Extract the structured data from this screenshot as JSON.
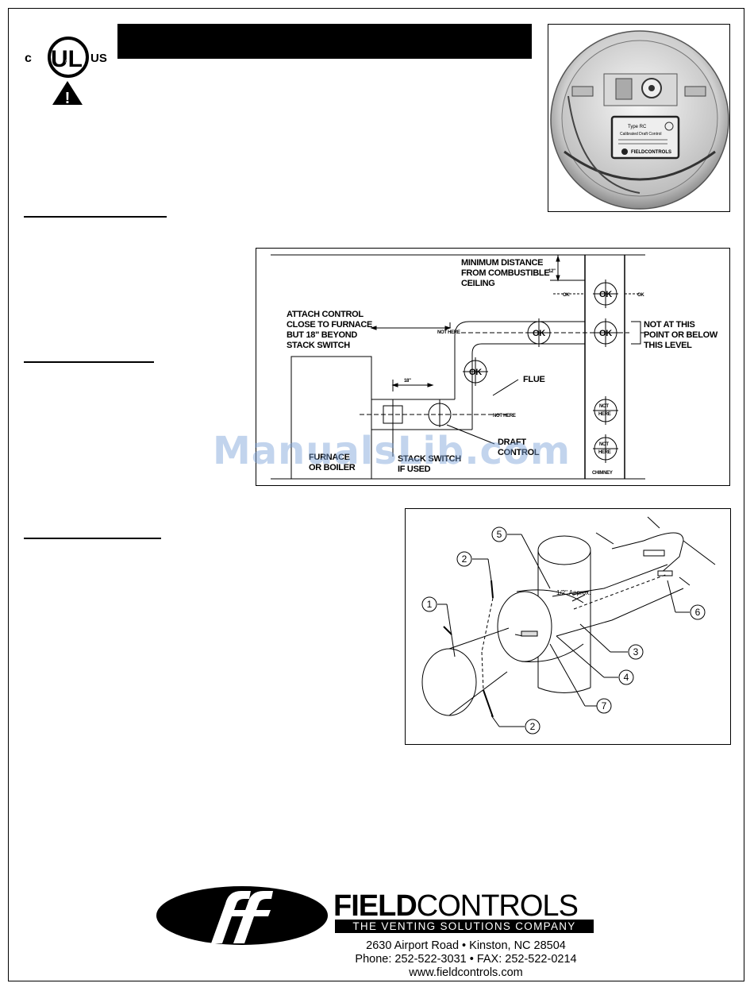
{
  "certification": {
    "c_letter": "c",
    "ul_letters": "UL",
    "registered_mark": "®",
    "us_letters": "US",
    "warning_symbol": "!"
  },
  "photo": {
    "label_type": "Type RC",
    "label_product": "Calibrated Draft Control",
    "label_brand": "FIELDCONTROLS"
  },
  "diagram1": {
    "min_distance": [
      "MINIMUM DISTANCE",
      "FROM COMBUSTIBLE",
      "CEILING"
    ],
    "dim_12": "12\"",
    "attach_control": [
      "ATTACH CONTROL",
      "CLOSE TO FURNACE",
      "BUT 18\" BEYOND",
      "STACK SWITCH"
    ],
    "dim_18": "18\"",
    "not_here": "NOT HERE",
    "ok": "OK",
    "not_at_this": [
      "NOT AT THIS",
      "POINT OR BELOW",
      "THIS LEVEL"
    ],
    "flue": "FLUE",
    "draft_control": [
      "DRAFT",
      "CONTROL"
    ],
    "furnace": [
      "FURNACE",
      "OR BOILER"
    ],
    "stack_switch": [
      "STACK SWITCH",
      "IF USED"
    ],
    "not_here_stack": [
      "NOT",
      "HERE"
    ],
    "chimney": "CHIMNEY"
  },
  "diagram2": {
    "callouts": [
      "1",
      "2",
      "2",
      "3",
      "4",
      "5",
      "6",
      "7"
    ],
    "half_inch": "1/2\" Approx."
  },
  "watermark": "ManualsLib.com",
  "footer": {
    "brand_bold": "FIELD",
    "brand_light": "CONTROLS",
    "tagline": "THE VENTING SOLUTIONS COMPANY",
    "address": "2630 Airport Road • Kinston, NC 28504",
    "phone": "Phone: 252-522-3031 • FAX: 252-522-0214",
    "web": "www.fieldcontrols.com"
  }
}
